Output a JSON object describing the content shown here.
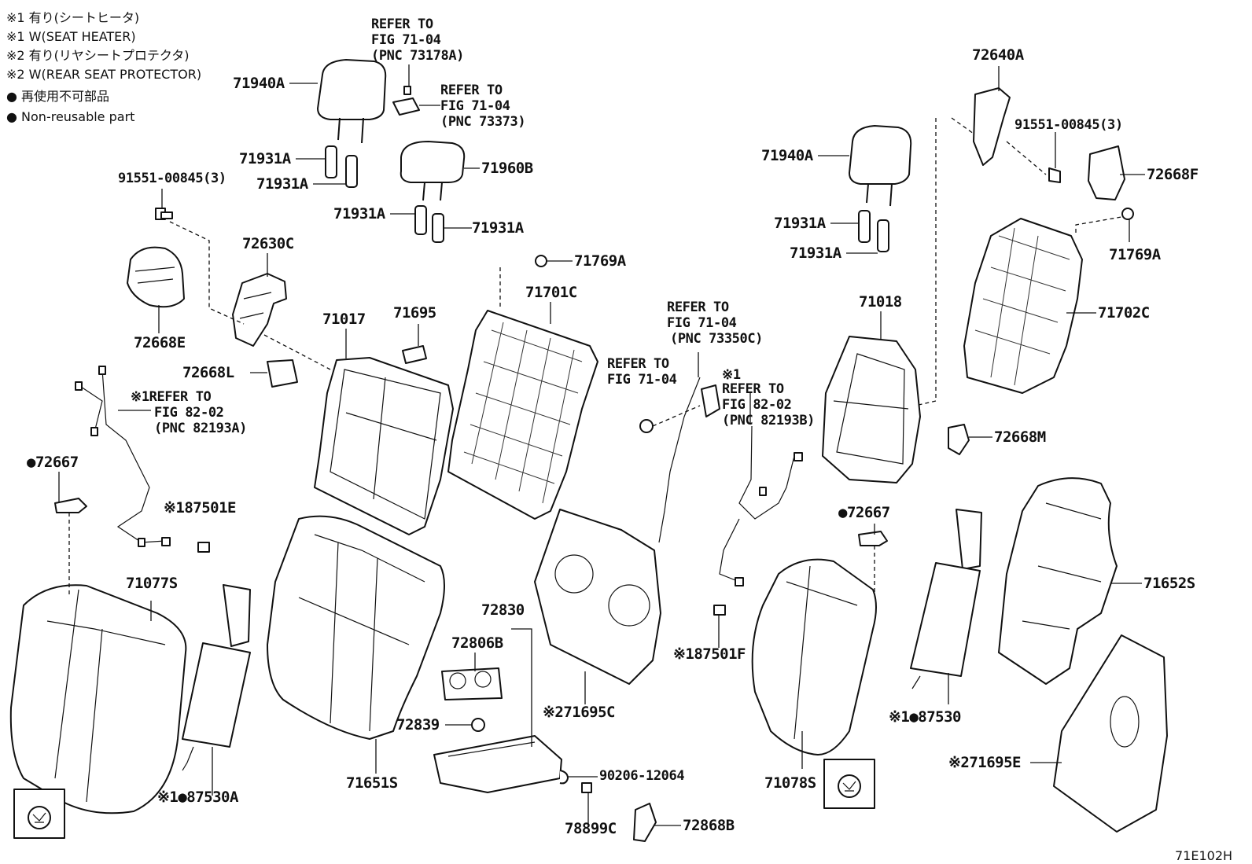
{
  "legend": [
    "※1 有り(シートヒータ)",
    "※1 W(SEAT HEATER)",
    "※2 有り(リヤシートプロテクタ)",
    "※2 W(REAR SEAT PROTECTOR)",
    "● 再使用不可部品",
    "● Non-reusable part"
  ],
  "labels": {
    "l71940A_l": "71940A",
    "l71931A_1": "71931A",
    "l71931A_2": "71931A",
    "l71960B": "71960B",
    "l71931A_3": "71931A",
    "l71931A_4": "71931A",
    "l91551_l": "91551-00845(3)",
    "l72630C": "72630C",
    "l72668E": "72668E",
    "l72668L": "72668L",
    "l71017": "71017",
    "l71695": "71695",
    "l71769A_c": "71769A",
    "l71701C": "71701C",
    "l72667_l": "●72667",
    "l87501E": "※187501E",
    "l71077S": "71077S",
    "l87530A": "※1●87530A",
    "l71651S": "71651S",
    "l72830": "72830",
    "l72806B": "72806B",
    "l72839": "72839",
    "l71695C": "※271695C",
    "l90206": "90206-12064",
    "l78899C": "78899C",
    "l72868B": "72868B",
    "l87501F": "※187501F",
    "l71078S": "71078S",
    "l72640A": "72640A",
    "l91551_r": "91551-00845(3)",
    "l72668F": "72668F",
    "l71940A_r": "71940A",
    "l71931A_5": "71931A",
    "l71931A_6": "71931A",
    "l71769A_r": "71769A",
    "l71702C": "71702C",
    "l71018": "71018",
    "l72668M": "72668M",
    "l72667_r": "●72667",
    "l71652S": "71652S",
    "l87530": "※1●87530",
    "l71695E": "※271695E",
    "ref_note": "※1",
    "diagram_id": "71E102H"
  },
  "refs": {
    "r1": [
      "REFER TO",
      "FIG 71-04",
      "(PNC 73178A)"
    ],
    "r2": [
      "REFER TO",
      "FIG 71-04",
      "(PNC 73373)"
    ],
    "r3": [
      "※1REFER TO",
      "FIG 82-02",
      "(PNC 82193A)"
    ],
    "r4": [
      "REFER TO",
      "FIG 71-04"
    ],
    "r5": [
      "REFER TO",
      "FIG 71-04",
      "(PNC 73350C)"
    ],
    "r6": [
      "REFER TO",
      "FIG 82-02",
      "(PNC 82193B)"
    ]
  }
}
